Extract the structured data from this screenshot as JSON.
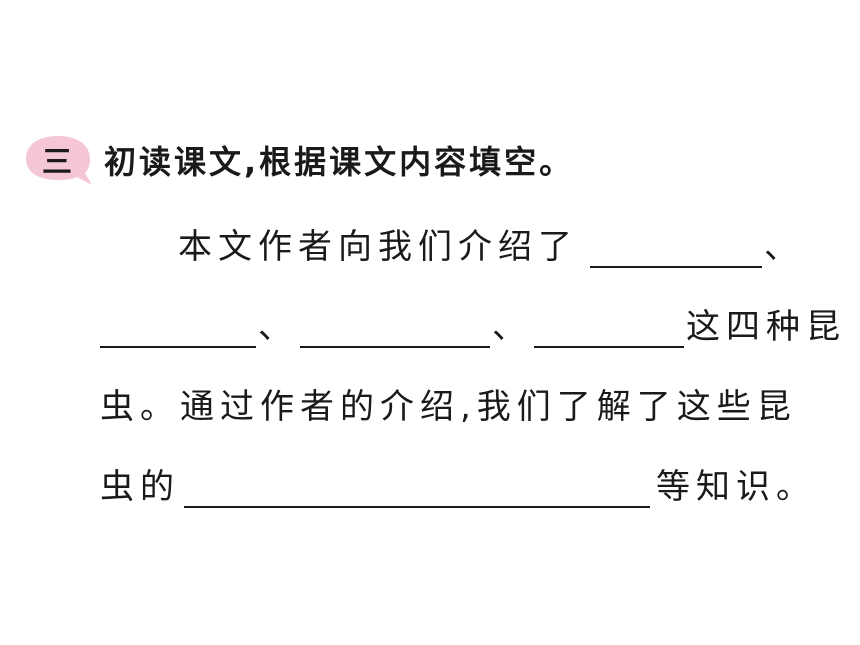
{
  "section": {
    "number": "三",
    "instruction": "初读课文,根据课文内容填空。",
    "badge_color": "#f4c6d6"
  },
  "passage": {
    "line1_text": "本文作者向我们介绍了",
    "line1_end": "、",
    "sep1": "、",
    "sep2": "、",
    "line2_text": "这四种昆",
    "line3_text": "虫。通过作者的介绍,我们了解了这些昆",
    "line4_start": "虫的",
    "line4_end": "等知识。"
  }
}
